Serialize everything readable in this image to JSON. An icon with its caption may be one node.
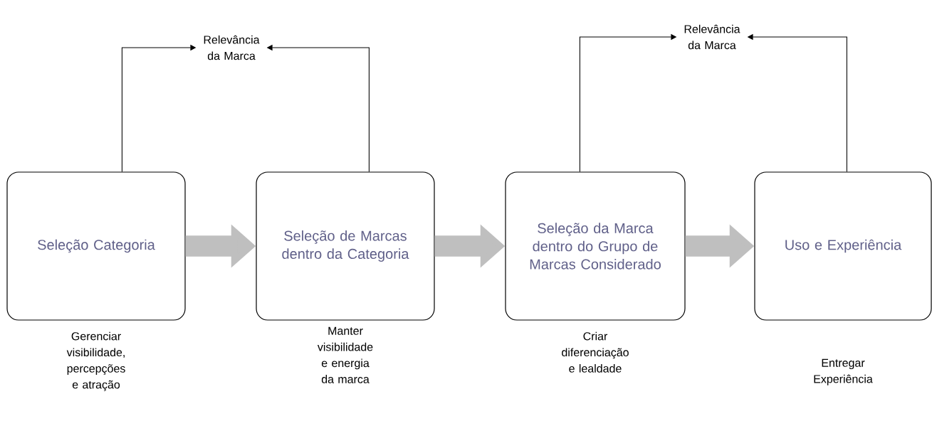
{
  "diagram": {
    "nodes": [
      {
        "text": [
          "Seleção Categoria"
        ],
        "beside": [
          "Gerenciar visibilidade, percepções e atração"
        ]
      },
      {
        "text": [
          "Seleção de Marcas dentro da Categoria"
        ],
        "beside": [
          "Manter visibilidade e energia da marca"
        ]
      },
      {
        "text": [
          "Seleção da Marca dentro do Grupo de Marcas Considerado"
        ],
        "beside": [
          "Criar diferenciação e lealdade"
        ]
      },
      {
        "text": [
          "Uso e Experiência"
        ],
        "beside": [
          "Entregar Experiência"
        ]
      },
      {
        "text": [
          "Relevância da Marca"
        ]
      },
      {
        "text": [
          "Relevância da Marca"
        ]
      }
    ],
    "edges": [
      {
        "from": 0,
        "to": 1,
        "arrow": "to",
        "style": "thick",
        "color": "#bfbfbf"
      },
      {
        "from": 1,
        "to": 2,
        "arrow": "to",
        "style": "thick",
        "color": "#bfbfbf"
      },
      {
        "from": 2,
        "to": 3,
        "arrow": "to",
        "style": "thick",
        "color": "#bfbfbf"
      },
      {
        "from": 0,
        "to": 4,
        "arrow": "to"
      },
      {
        "from": 1,
        "to": 4,
        "arrow": "to"
      },
      {
        "from": 2,
        "to": 5,
        "arrow": "to"
      },
      {
        "from": 3,
        "to": 5,
        "arrow": "to"
      }
    ]
  }
}
